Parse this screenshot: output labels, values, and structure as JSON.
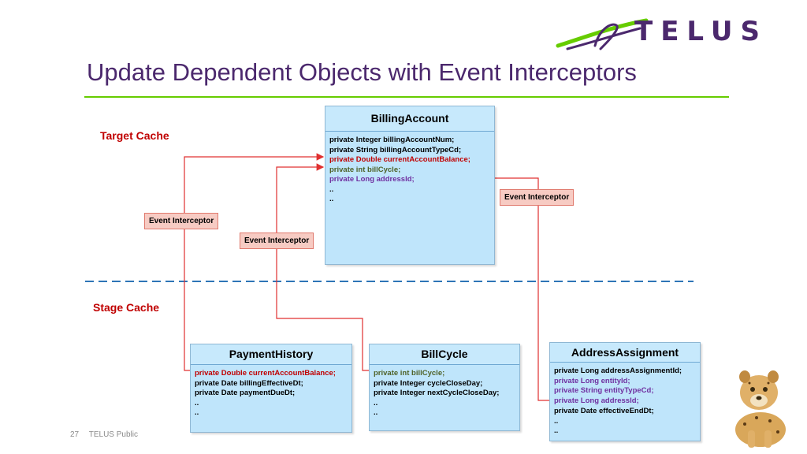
{
  "header": {
    "title": "Update Dependent Objects with Event Interceptors",
    "logo_text": "TELUS"
  },
  "sections": {
    "target_cache": "Target Cache",
    "stage_cache": "Stage Cache"
  },
  "billing_account": {
    "name": "BillingAccount",
    "fields": [
      "private Integer billingAccountNum;",
      "private String billingAccountTypeCd;",
      "private Double currentAccountBalance;",
      "private int billCycle;",
      "private Long addressId;",
      "..",
      ".."
    ]
  },
  "payment_history": {
    "name": "PaymentHistory",
    "fields": [
      "private Double currentAccountBalance;",
      "private Date billingEffectiveDt;",
      "private Date paymentDueDt;",
      "..",
      ".."
    ]
  },
  "bill_cycle": {
    "name": "BillCycle",
    "fields": [
      "private int billCycle;",
      "private Integer cycleCloseDay;",
      "private Integer nextCycleCloseDay;",
      "..",
      ".."
    ]
  },
  "address_assignment": {
    "name": "AddressAssignment",
    "fields": [
      "private Long addressAssignmentId;",
      "private Long entityId;",
      "private String entityTypeCd;",
      "private Long addressId;",
      "private Date effectiveEndDt;",
      "..",
      ".."
    ]
  },
  "interceptors": {
    "left": "Event Interceptor",
    "middle": "Event Interceptor",
    "right": "Event Interceptor"
  },
  "footer": {
    "page_number": "27",
    "classification": "TELUS Public"
  },
  "colors": {
    "title": "#4b286d",
    "rule": "#66cc00",
    "class_fill": "#bfe5fb",
    "interceptor_fill": "#f7cbc3",
    "connector": "#e03030",
    "divider": "#2e75b6",
    "section_label": "#c00000"
  }
}
